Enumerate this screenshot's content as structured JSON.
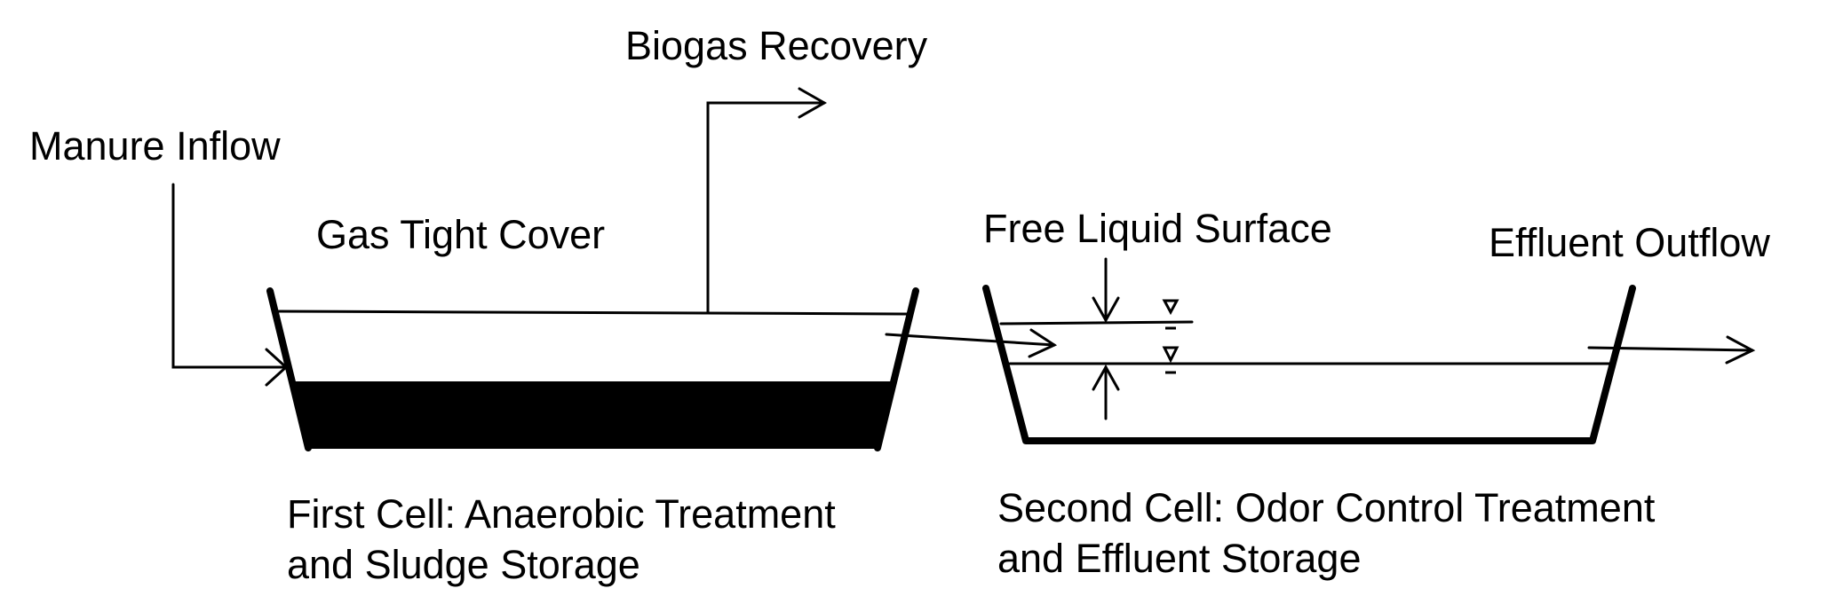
{
  "diagram": {
    "title": "Two-cell covered anaerobic lagoon",
    "colors": {
      "ink": "#000000",
      "background": "#ffffff",
      "sludge": "#000000"
    },
    "labels": {
      "biogas_recovery": "Biogas Recovery",
      "manure_inflow": "Manure Inflow",
      "gas_tight_cover": "Gas Tight Cover",
      "free_liquid_surface": "Free Liquid Surface",
      "effluent_outflow": "Effluent Outflow",
      "first_cell_line1": "First Cell: Anaerobic Treatment",
      "first_cell_line2": "and Sludge Storage",
      "second_cell_line1": "Second Cell: Odor Control Treatment",
      "second_cell_line2": "and Effluent Storage"
    },
    "elements": [
      {
        "id": "first-cell",
        "kind": "lagoon",
        "contents": [
          "gas tight cover",
          "sludge layer"
        ]
      },
      {
        "id": "second-cell",
        "kind": "lagoon",
        "contents": [
          "free liquid surface range (two water levels)"
        ]
      },
      {
        "id": "manure-inflow",
        "kind": "flow-arrow",
        "to": "first-cell"
      },
      {
        "id": "biogas-recovery",
        "kind": "flow-arrow",
        "from": "first-cell"
      },
      {
        "id": "transfer",
        "kind": "flow-arrow",
        "from": "first-cell",
        "to": "second-cell"
      },
      {
        "id": "effluent-outflow",
        "kind": "flow-arrow",
        "from": "second-cell"
      }
    ],
    "water_level_symbol": "▽"
  }
}
